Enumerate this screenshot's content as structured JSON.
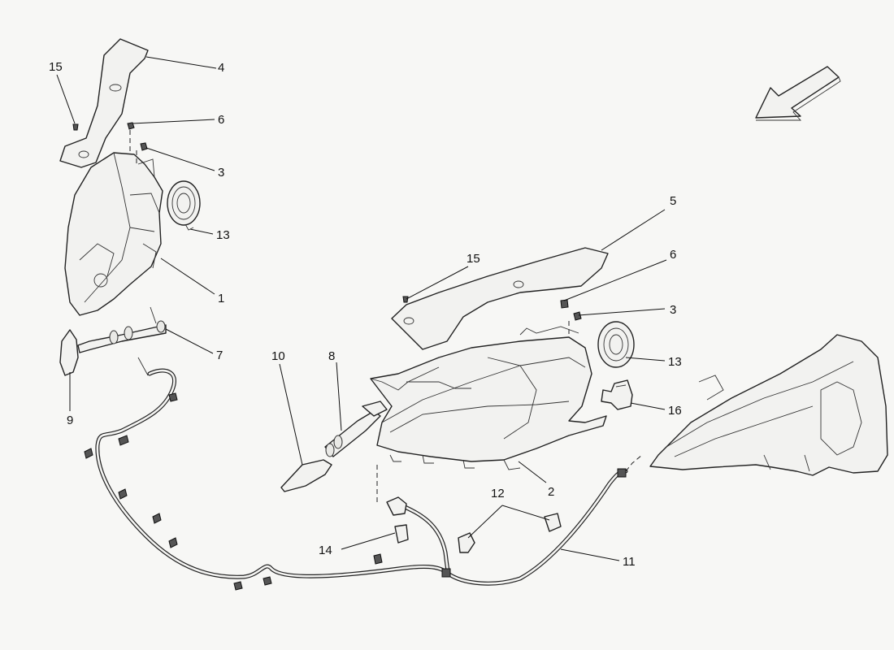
{
  "diagram": {
    "callouts": [
      {
        "id": "c15a",
        "label": "15"
      },
      {
        "id": "c4",
        "label": "4"
      },
      {
        "id": "c6a",
        "label": "6"
      },
      {
        "id": "c3a",
        "label": "3"
      },
      {
        "id": "c13a",
        "label": "13"
      },
      {
        "id": "c1",
        "label": "1"
      },
      {
        "id": "c7",
        "label": "7"
      },
      {
        "id": "c9",
        "label": "9"
      },
      {
        "id": "c5",
        "label": "5"
      },
      {
        "id": "c15b",
        "label": "15"
      },
      {
        "id": "c6b",
        "label": "6"
      },
      {
        "id": "c3b",
        "label": "3"
      },
      {
        "id": "c13b",
        "label": "13"
      },
      {
        "id": "c16",
        "label": "16"
      },
      {
        "id": "c10",
        "label": "10"
      },
      {
        "id": "c8",
        "label": "8"
      },
      {
        "id": "c2",
        "label": "2"
      },
      {
        "id": "c12",
        "label": "12"
      },
      {
        "id": "c14",
        "label": "14"
      },
      {
        "id": "c11",
        "label": "11"
      }
    ]
  }
}
